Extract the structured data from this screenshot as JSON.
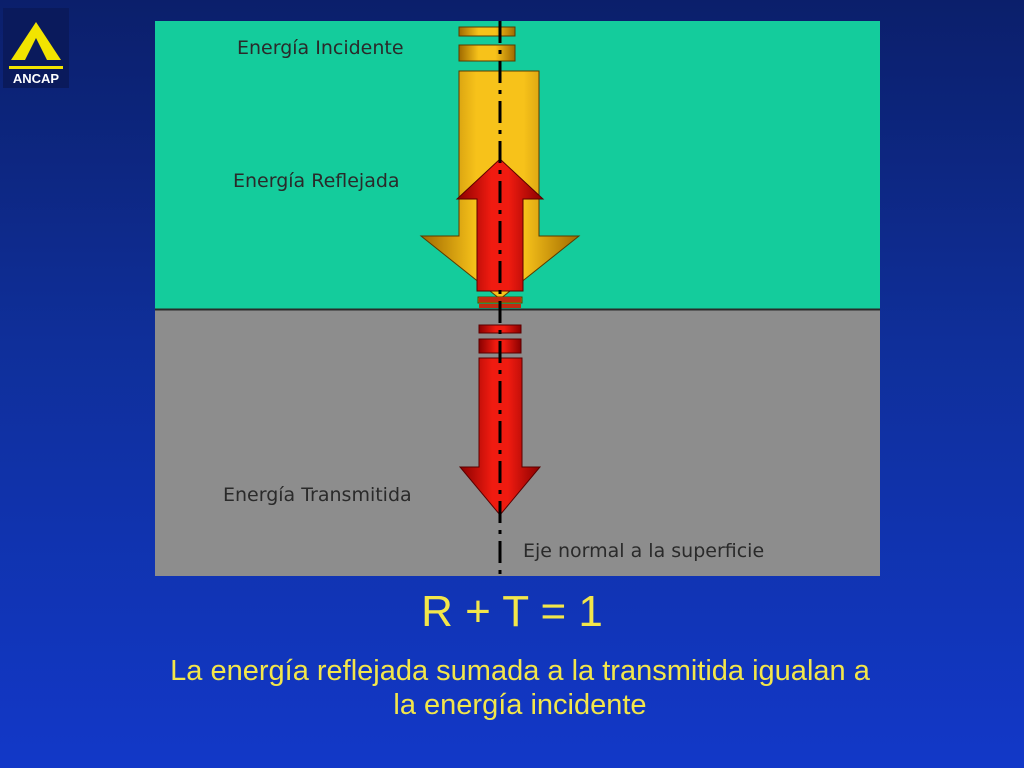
{
  "logo": {
    "text": "ANCAP",
    "icon": "triangle-logo-icon",
    "color": "#f2e400"
  },
  "diagram": {
    "colors": {
      "upper_medium": "#14cc9c",
      "lower_medium": "#8d8d8d",
      "incident_arrow": "#f0b400",
      "reflected_arrow": "#e01a10",
      "transmitted_arrow": "#f01010",
      "normal_axis": "#000000"
    },
    "labels": {
      "incident": "Energía Incidente",
      "reflected": "Energía Reflejada",
      "transmitted": "Energía Transmitida",
      "normal_axis": "Eje normal a la superficie"
    }
  },
  "formula": "R + T = 1",
  "caption_line1": "La energía reflejada sumada a la transmitida igualan a",
  "caption_line2": "la energía incidente"
}
